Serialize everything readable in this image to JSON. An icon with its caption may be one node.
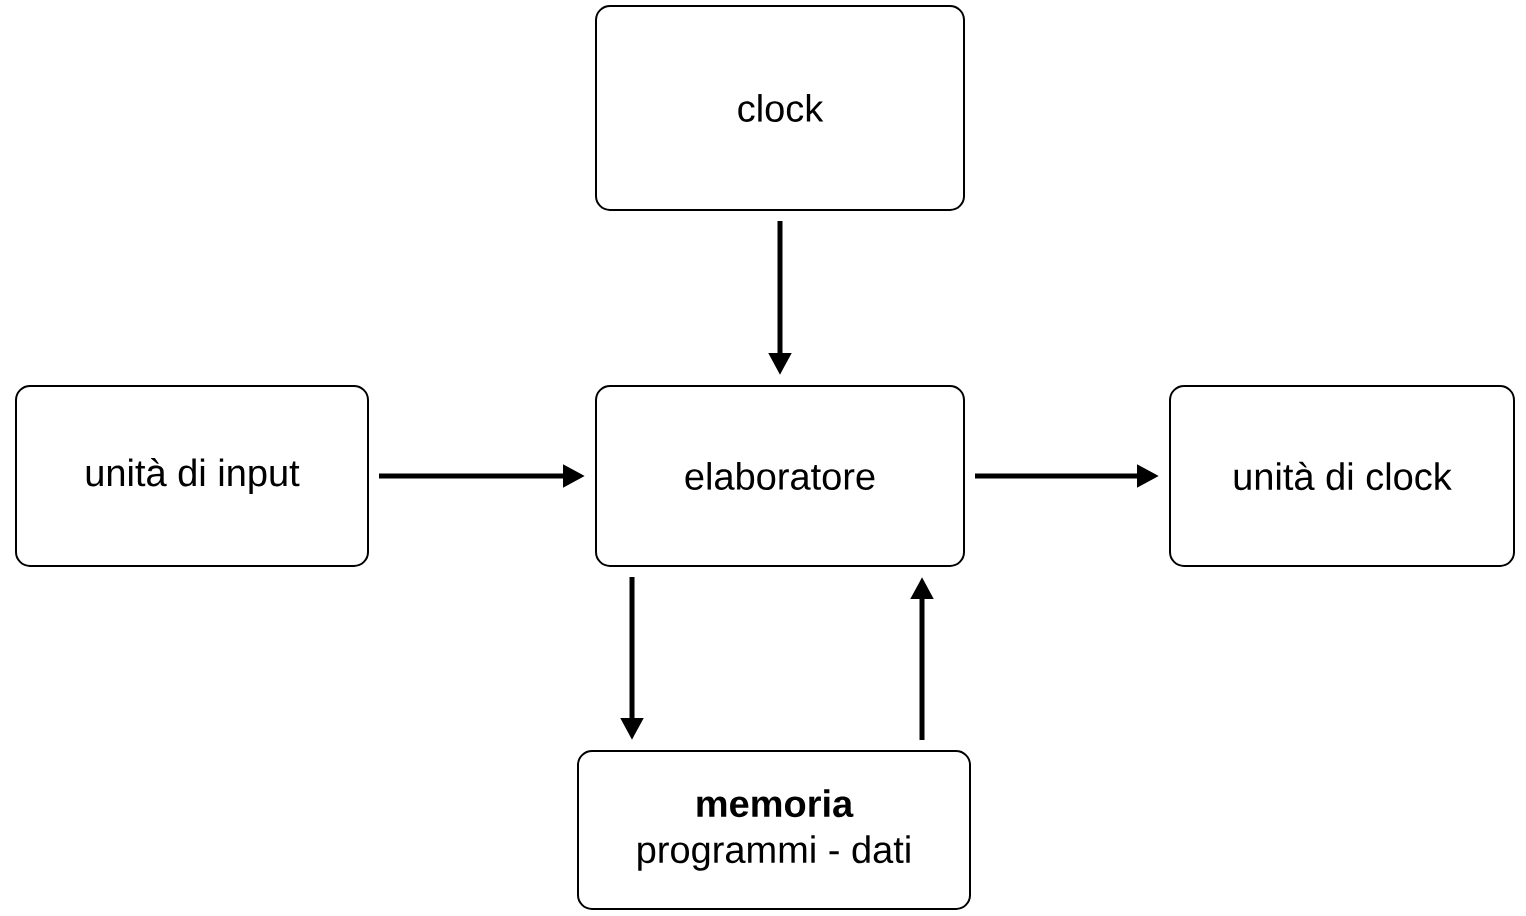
{
  "diagram": {
    "nodes": [
      {
        "text": [
          "clock"
        ]
      },
      {
        "text": [
          "unità di input"
        ]
      },
      {
        "text": [
          "elaboratore"
        ]
      },
      {
        "text": [
          "unità di clock"
        ]
      },
      {
        "text": [
          "memoria",
          "programmi - dati"
        ]
      }
    ],
    "edges": [
      {
        "from": 0,
        "to": 2,
        "arrow": "to"
      },
      {
        "from": 1,
        "to": 2,
        "arrow": "to"
      },
      {
        "from": 2,
        "to": 3,
        "arrow": "to"
      },
      {
        "from": 2,
        "to": 4,
        "arrow": "to"
      },
      {
        "from": 4,
        "to": 2,
        "arrow": "to"
      }
    ]
  }
}
